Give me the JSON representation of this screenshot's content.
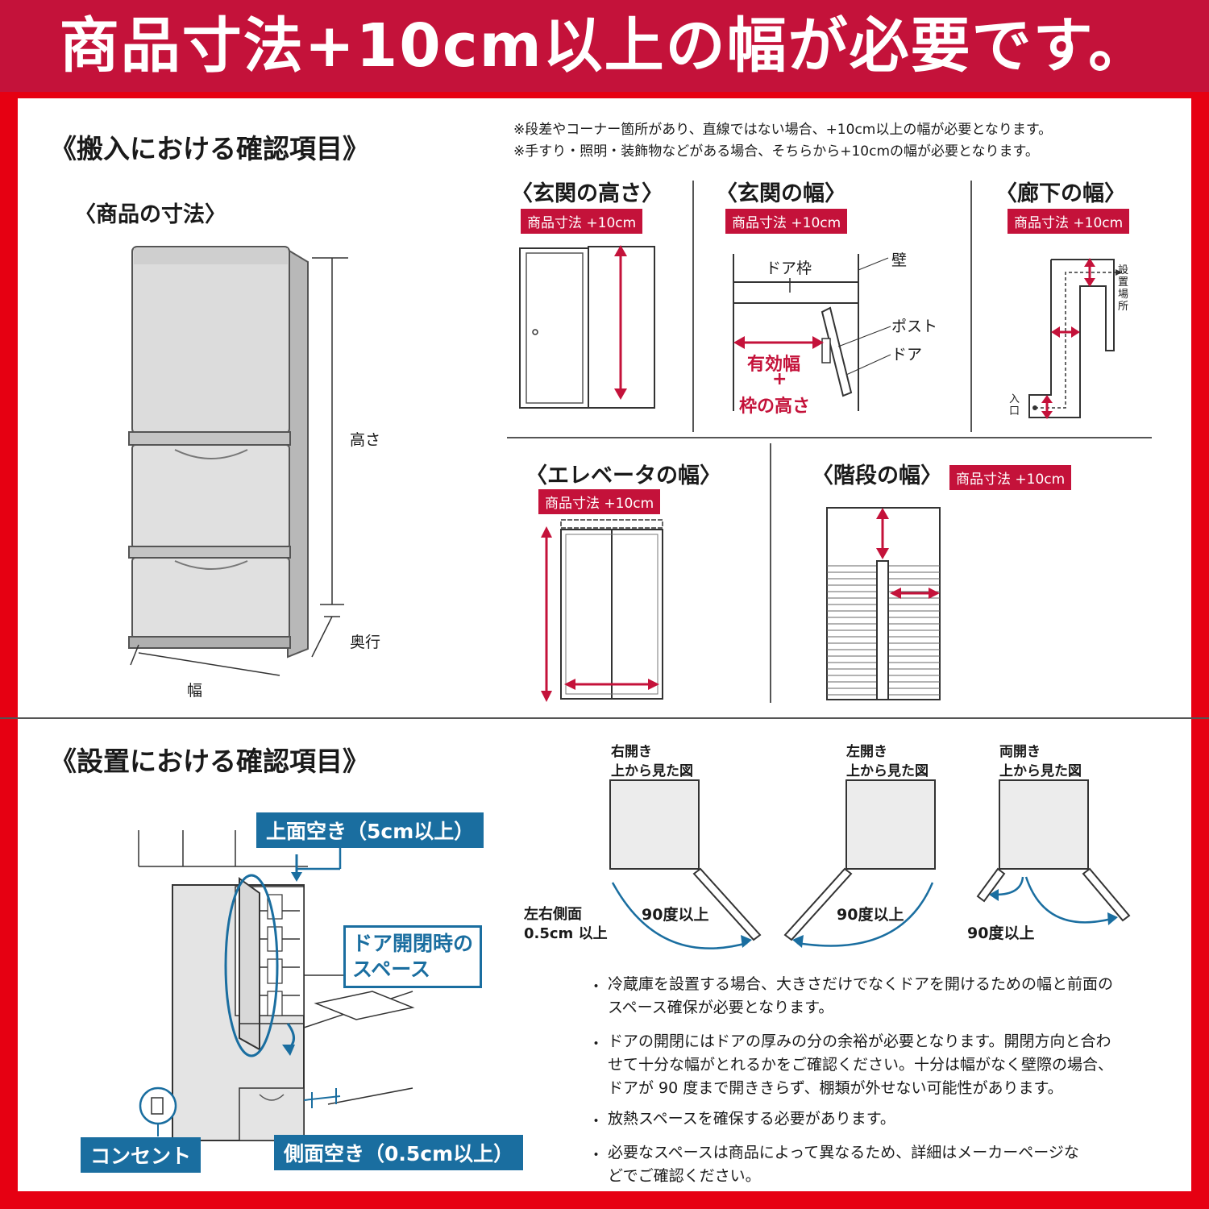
{
  "banner": {
    "title": "商品寸法+10cm以上の幅が必要です。"
  },
  "delivery": {
    "section_title": "《搬入における確認項目》",
    "product_dimensions": {
      "title": "〈商品の寸法〉",
      "height_label": "高さ",
      "depth_label": "奥行",
      "width_label": "幅"
    },
    "notes": [
      "※段差やコーナー箇所があり、直線ではない場合、+10cm以上の幅が必要となります。",
      "※手すり・照明・装飾物などがある場合、そちらから+10cmの幅が必要となります。"
    ],
    "entrance_height": {
      "title": "〈玄関の高さ〉",
      "tag": "商品寸法 +10cm"
    },
    "entrance_width": {
      "title": "〈玄関の幅〉",
      "tag": "商品寸法 +10cm",
      "door_frame": "ドア枠",
      "wall": "壁",
      "post": "ポスト",
      "door": "ドア",
      "effective_width": "有効幅",
      "plus": "+",
      "frame_height": "枠の高さ"
    },
    "corridor_width": {
      "title": "〈廊下の幅〉",
      "tag": "商品寸法 +10cm",
      "install_place": "設置場所",
      "entrance": "入口"
    },
    "elevator_width": {
      "title": "〈エレベータの幅〉",
      "tag": "商品寸法 +10cm"
    },
    "stairs_width": {
      "title": "〈階段の幅〉",
      "tag": "商品寸法 +10cm"
    }
  },
  "installation": {
    "section_title": "《設置における確認項目》",
    "top_clearance": "上面空き（5cm以上）",
    "door_space": [
      "ドア開閉時の",
      "スペース"
    ],
    "outlet": "コンセント",
    "side_clearance": "側面空き（0.5cm以上）",
    "right_open": {
      "title": "右開き",
      "sub": "上から見た図",
      "angle": "90度以上"
    },
    "left_open": {
      "title": "左開き",
      "sub": "上から見た図",
      "angle": "90度以上"
    },
    "double_open": {
      "title": "両開き",
      "sub": "上から見た図",
      "angle": "90度以上"
    },
    "side_note": [
      "左右側面",
      "0.5cm 以上"
    ],
    "bullets": [
      [
        "冷蔵庫を設置する場合、大きさだけでなくドアを開けるための幅と前面の",
        "スペース確保が必要となります。"
      ],
      [
        "ドアの開閉にはドアの厚みの分の余裕が必要となります。開閉方向と合わ",
        "せて十分な幅がとれるかをご確認ください。十分は幅がなく壁際の場合、",
        "ドアが 90 度まで開ききらず、棚類が外せない可能性があります。"
      ],
      [
        "放熱スペースを確保する必要があります。"
      ],
      [
        "必要なスペースは商品によって異なるため、詳細はメーカーページな",
        "どでご確認ください。"
      ]
    ],
    "bullet_mark": "・"
  },
  "colors": {
    "banner": "#c4123a",
    "border": "#e60012",
    "accent_red": "#c4123a",
    "accent_blue": "#1a6ea0"
  }
}
